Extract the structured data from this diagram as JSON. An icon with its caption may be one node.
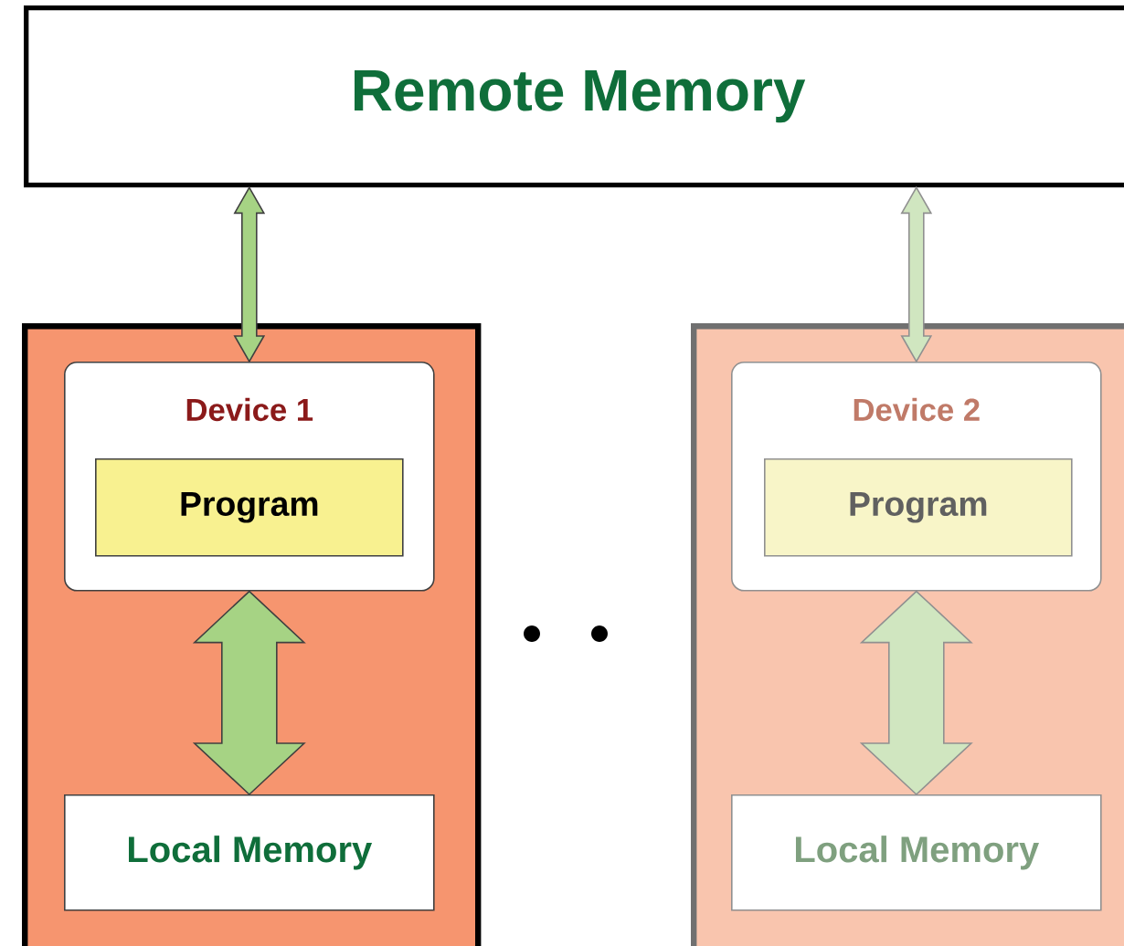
{
  "diagram": {
    "nodes": [
      {
        "text": [
          "Remote Memory"
        ]
      },
      {
        "text": [],
        "shape": "box"
      },
      {
        "text": [
          "Device 1"
        ],
        "in": 1
      },
      {
        "text": [
          "Program"
        ],
        "in": 2
      },
      {
        "text": [
          "Local Memory"
        ],
        "in": 1
      },
      {
        "text": [],
        "shape": "box"
      },
      {
        "text": [
          "Device 2"
        ],
        "in": 5
      },
      {
        "text": [
          "Program"
        ],
        "in": 6
      },
      {
        "text": [
          "Local Memory"
        ],
        "in": 5
      }
    ],
    "edges": [
      {
        "from": 0,
        "to": 2,
        "arrow": "both",
        "color": "#a6d384"
      },
      {
        "from": 2,
        "to": 4,
        "arrow": "both",
        "style": "thick",
        "color": "#a6d384"
      },
      {
        "from": 0,
        "to": 6,
        "arrow": "both",
        "color": "#d0e6c0"
      },
      {
        "from": 6,
        "to": 8,
        "arrow": "both",
        "style": "thick",
        "color": "#d0e6c0"
      }
    ]
  }
}
